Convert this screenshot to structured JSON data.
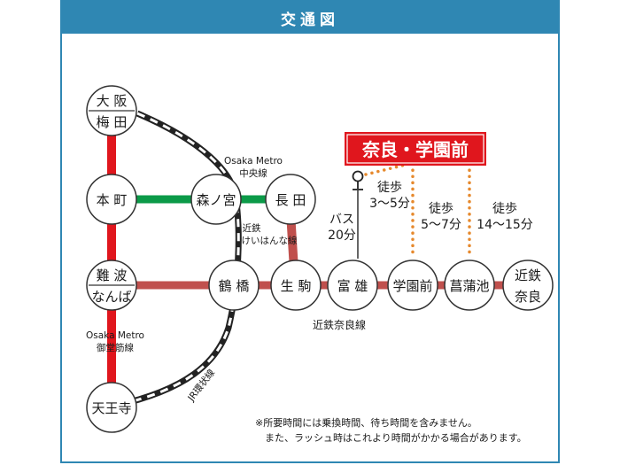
{
  "header": {
    "title": "交通図"
  },
  "destination": {
    "label": "奈良・学園前"
  },
  "stations": {
    "umeda": {
      "line1": "大 阪",
      "line2": "梅 田"
    },
    "honmachi": {
      "line1": "本 町"
    },
    "namba": {
      "line1": "難 波",
      "line2": "なんば"
    },
    "tennoji": {
      "line1": "天王寺"
    },
    "morinomiya": {
      "line1": "森ノ宮"
    },
    "nagata": {
      "line1": "長 田"
    },
    "tsuruhashi": {
      "line1": "鶴 橋"
    },
    "ikoma": {
      "line1": "生 駒"
    },
    "tomio": {
      "line1": "富 雄"
    },
    "gakuenmae": {
      "line1": "学園前"
    },
    "ayameike": {
      "line1": "菖蒲池"
    },
    "kintetsunara": {
      "line1": "近鉄",
      "line2": "奈良"
    }
  },
  "lines": {
    "chuo": {
      "line1": "Osaka Metro",
      "line2": "中央線"
    },
    "keihanna": {
      "line1": "近鉄",
      "line2": "けいはんな線"
    },
    "nara": {
      "label": "近鉄奈良線"
    },
    "midosuji": {
      "line1": "Osaka Metro",
      "line2": "御堂筋線"
    },
    "loop": {
      "label": "JR環状線"
    }
  },
  "access": {
    "bus": {
      "line1": "バス",
      "line2": "20分"
    },
    "walk_stop": {
      "line1": "徒歩",
      "line2": "3～5分"
    },
    "walk_gakuenmae": {
      "line1": "徒歩",
      "line2": "5～7分"
    },
    "walk_ayameike": {
      "line1": "徒歩",
      "line2": "14～15分"
    }
  },
  "notes": {
    "line1": "※所要時間には乗換時間、待ち時間を含みません。",
    "line2": "また、ラッシュ時はこれより時間がかかる場合があります。"
  },
  "colors": {
    "header": "#2f87b3",
    "midosuji": "#e0161d",
    "chuo": "#0b9a48",
    "kintetsu": "#c0504d",
    "destination": "#e0161d",
    "walk_dots": "#e6892d"
  }
}
